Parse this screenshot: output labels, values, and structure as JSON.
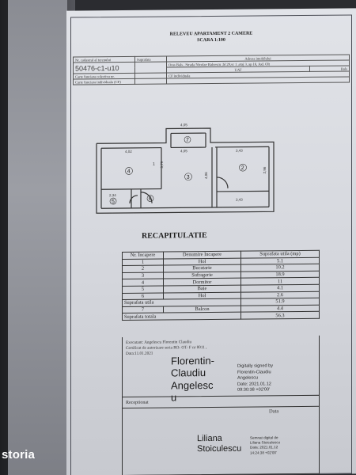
{
  "header": {
    "title": "RELEVEU APARTAMENT 2 CAMERE",
    "scale": "SCARA 1:100"
  },
  "info": {
    "cadastral_label": "Nr. cadastral al terenului",
    "cadastral_value": "50476-c1-u10",
    "carte_label": "Carte funciara colectiva nr.",
    "carte_indiv_label": "Carte funciara individuala (CF)",
    "surface_label": "Suprafata",
    "address_label": "Adresa imobilului",
    "address_value": "Oras Bals , Strada Nicolae Balcescu ,bl 29,sc 1 ,etaj 3, ap 16, Jud. Olt",
    "uat_label": "UAT",
    "uat_value": "Bals",
    "cf_label": "CF individuala"
  },
  "plan": {
    "dims": [
      "4,05",
      "4,02",
      "4,05",
      "3,43",
      "3,79",
      "4,06",
      "2,96",
      "2,34",
      "3,43"
    ],
    "rooms": [
      "1",
      "2",
      "3",
      "4",
      "5",
      "6",
      "7"
    ]
  },
  "recap": {
    "title": "RECAPITULATIE",
    "headers": [
      "Nr. Incapere",
      "Denumire Incapere",
      "Suprafata utila (mp)"
    ],
    "rows": [
      [
        "1",
        "Hol",
        "5.1"
      ],
      [
        "2",
        "Bucatarie",
        "10.2"
      ],
      [
        "3",
        "Sufragerie",
        "18.9"
      ],
      [
        "4",
        "Dormitor",
        "11"
      ],
      [
        "5",
        "Baie",
        "4.1"
      ],
      [
        "6",
        "Hol",
        "2.6"
      ]
    ],
    "utila_label": "Suprafata utila",
    "utila_value": "51.9",
    "balcon_no": "7",
    "balcon_label": "Balcon",
    "balcon_value": "4.4",
    "totala_label": "Suprafata totala",
    "totala_value": "56.3"
  },
  "executant": {
    "line1": "Executant: Angelescu Florentin Claudiu",
    "line2": "Certificat de autorizare  seria RO- OT- F nr 0011 ,",
    "line3": "Data:11.01.2021",
    "sig_name_1": "Florentin-",
    "sig_name_2": "Claudiu",
    "sig_name_3": "Angelesc",
    "sig_name_4": "u",
    "digital_1": "Digitally signed by",
    "digital_2": "Florentin-Claudiu",
    "digital_3": "Angelescu",
    "digital_4": "Date: 2021.01.12",
    "digital_5": "09:30:38 +02'00'"
  },
  "receptionat": {
    "label": "Receptionat",
    "data_label": "Data",
    "sig_name_1": "Liliana",
    "sig_name_2": "Stoiculescu",
    "digital_1": "Semnat digital de",
    "digital_2": "Liliana Stoiculescu",
    "digital_3": "Data: 2021.01.12",
    "digital_4": "14:24:38 +02'00'"
  },
  "watermark": "storia"
}
